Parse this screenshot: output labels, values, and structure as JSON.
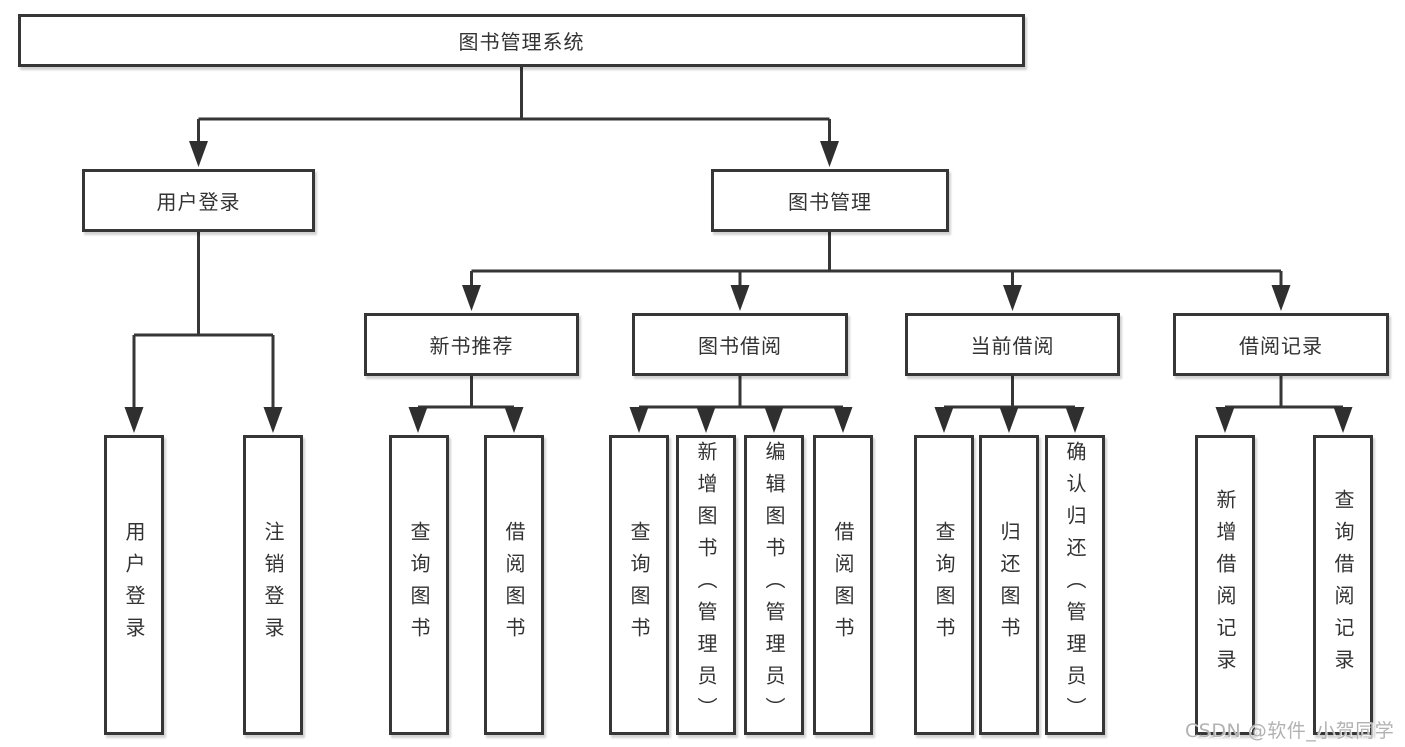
{
  "tree": {
    "root": {
      "label": "图书管理系统"
    },
    "level2": [
      {
        "label": "用户登录"
      },
      {
        "label": "图书管理"
      }
    ],
    "level3": [
      {
        "label": "新书推荐",
        "parent": "图书管理"
      },
      {
        "label": "图书借阅",
        "parent": "图书管理"
      },
      {
        "label": "当前借阅",
        "parent": "图书管理"
      },
      {
        "label": "借阅记录",
        "parent": "图书管理"
      }
    ],
    "leaves": [
      {
        "label": "用户登录",
        "parent": "用户登录"
      },
      {
        "label": "注销登录",
        "parent": "用户登录"
      },
      {
        "label": "查询图书",
        "parent": "新书推荐"
      },
      {
        "label": "借阅图书",
        "parent": "新书推荐"
      },
      {
        "label": "查询图书",
        "parent": "图书借阅"
      },
      {
        "label": "新增图书（管理员）",
        "parent": "图书借阅"
      },
      {
        "label": "编辑图书（管理员）",
        "parent": "图书借阅"
      },
      {
        "label": "借阅图书",
        "parent": "图书借阅"
      },
      {
        "label": "查询图书",
        "parent": "当前借阅"
      },
      {
        "label": "归还图书",
        "parent": "当前借阅"
      },
      {
        "label": "确认归还（管理员）",
        "parent": "当前借阅"
      },
      {
        "label": "新增借阅记录",
        "parent": "借阅记录"
      },
      {
        "label": "查询借阅记录",
        "parent": "借阅记录"
      }
    ]
  },
  "watermark": {
    "text": "CSDN @软件_小贺同学"
  },
  "colors": {
    "background": "#ffffff",
    "line": "#363636",
    "box_border": "#363636",
    "box_fill": "#ffffff",
    "text": "#333333",
    "watermark": "#b2b2b2"
  }
}
